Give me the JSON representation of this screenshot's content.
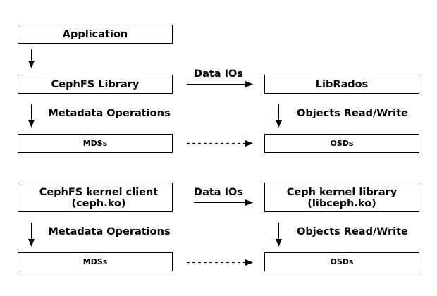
{
  "top": {
    "application": "Application",
    "cephfs_library": "CephFS Library",
    "librados": "LibRados",
    "mds": "MDSs",
    "osd": "OSDs",
    "data_ios": "Data IOs",
    "metadata_ops": "Metadata Operations",
    "objects_rw": "Objects Read/Write"
  },
  "bottom": {
    "kernel_client_line1": "CephFS kernel client",
    "kernel_client_line2": "(ceph.ko)",
    "kernel_library_line1": "Ceph kernel library",
    "kernel_library_line2": "(libceph.ko)",
    "mds": "MDSs",
    "osd": "OSDs",
    "data_ios": "Data IOs",
    "metadata_ops": "Metadata Operations",
    "objects_rw": "Objects Read/Write"
  }
}
